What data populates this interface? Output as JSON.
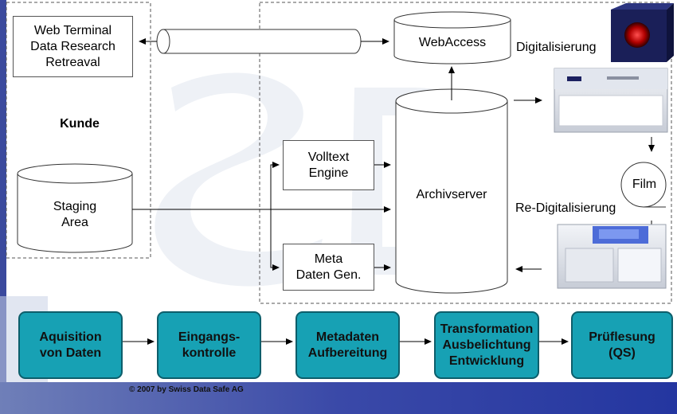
{
  "customer_zone": {
    "terminal_box": "Web Terminal\nData Research\nRetreaval",
    "kunde_label": "Kunde",
    "staging_label": "Staging\nArea"
  },
  "archive_zone": {
    "webaccess_label": "WebAccess",
    "volltext_label": "Volltext\nEngine",
    "meta_label": "Meta\nDaten Gen.",
    "archivserver_label": "Archivserver",
    "digitalisierung_label": "Digitalisierung",
    "film_label": "Film",
    "redigitalisierung_label": "Re-Digitalisierung"
  },
  "process_steps": [
    {
      "label": "Aquisition\nvon Daten"
    },
    {
      "label": "Eingangs-\nkontrolle"
    },
    {
      "label": "Metadaten\nAufbereitung"
    },
    {
      "label": "Transformation\nAusbelichtung\nEntwicklung"
    },
    {
      "label": "Prüflesung\n(QS)"
    }
  ],
  "copyright": "© 2007 by Swiss Data Safe AG",
  "colors": {
    "step_fill": "#17a1b4",
    "step_border": "#0d5e6b",
    "footer_band": "#2d3aa0"
  }
}
